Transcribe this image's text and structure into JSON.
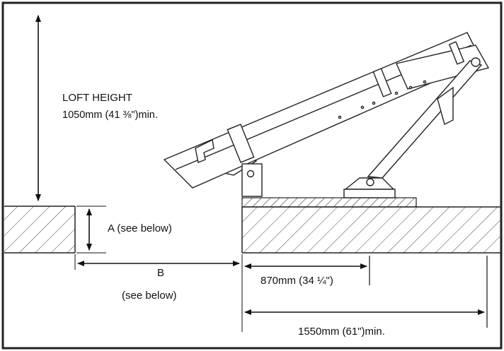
{
  "labels": {
    "loft_height_title": "LOFT HEIGHT",
    "loft_height_value": "1050mm (41 ⅜\")min.",
    "a_label": "A (see below)",
    "b_label": "B",
    "b_sub_label": "(see below)",
    "dim_870": "870mm (34 ¼\")",
    "dim_1550": "1550mm (61\")min."
  }
}
